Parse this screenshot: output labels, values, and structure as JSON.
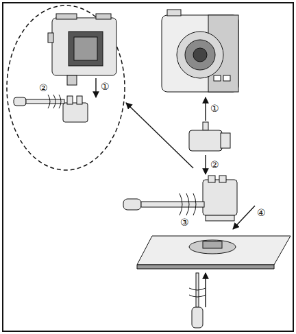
{
  "diagram": {
    "labels": [
      "②",
      "①",
      "①",
      "②",
      "③",
      "④"
    ]
  }
}
